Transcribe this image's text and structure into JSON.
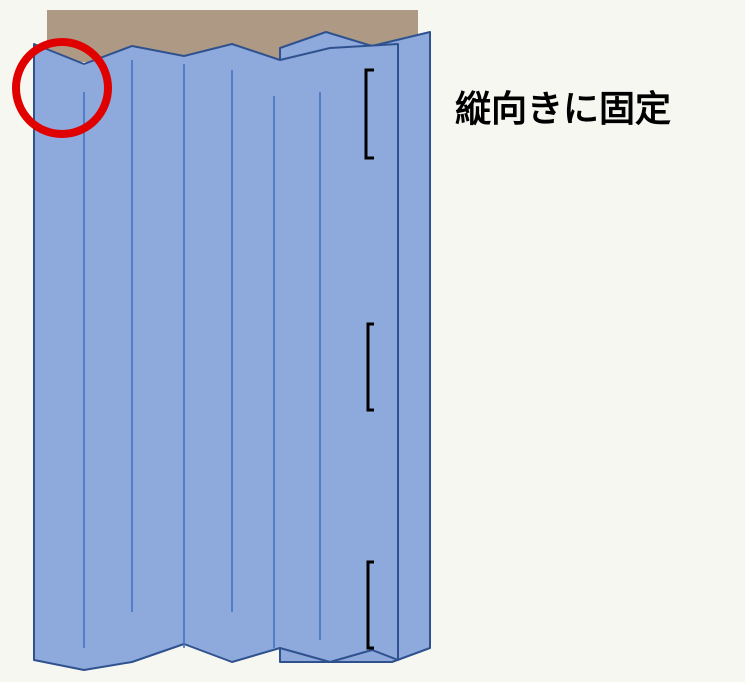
{
  "caption": "縦向きに固定",
  "colors": {
    "background": "#f7f7f2",
    "rail": "#ae9a84",
    "curtain_fill": "#8eaadc",
    "curtain_outline": "#2f528f",
    "fold_line": "#4472c4",
    "bracket": "#000000",
    "highlight_circle": "#e00000"
  },
  "icons": {
    "highlight": "red-circle-marker",
    "brackets": "clip-bracket"
  }
}
